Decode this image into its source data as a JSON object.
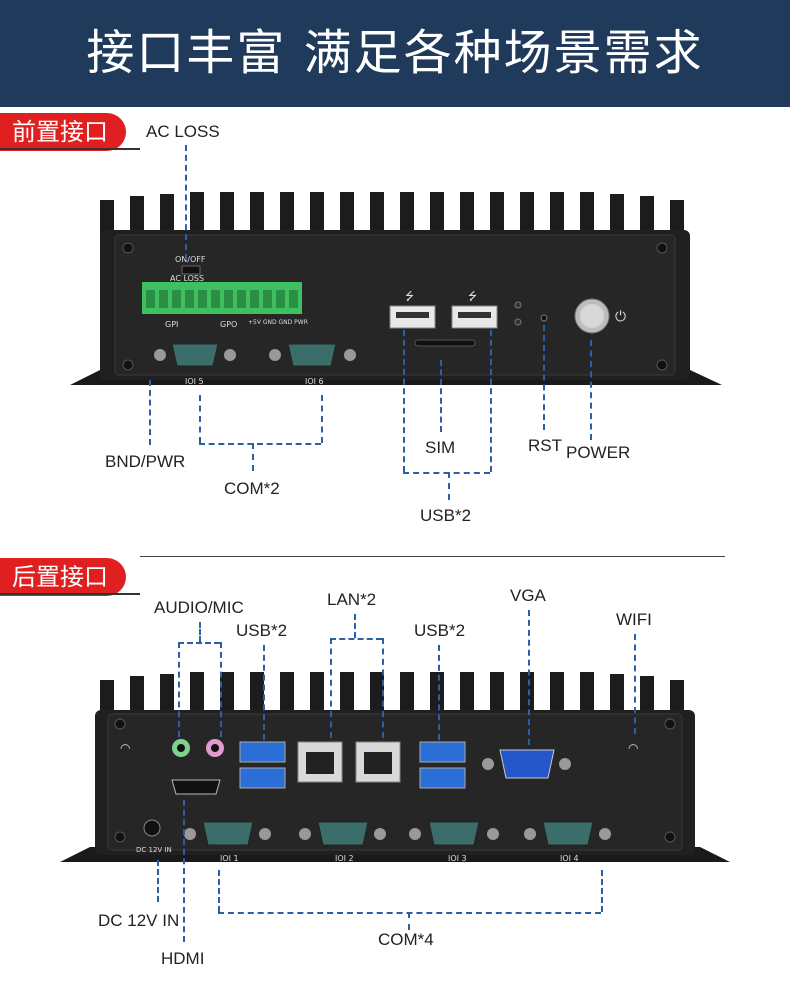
{
  "header": {
    "title": "接口丰富  满足各种场景需求",
    "bg": "#1f3a5a"
  },
  "front": {
    "tag": "前置接口",
    "labels": {
      "ac_loss": "AC LOSS",
      "bnd_pwr": "BND/PWR",
      "com": "COM*2",
      "sim": "SIM",
      "rst": "RST",
      "power": "POWER",
      "usb": "USB*2"
    },
    "panel": {
      "on_off": "ON/OFF",
      "ac_loss": "AC LOSS",
      "gpi": "GPI",
      "gpo": "GPO",
      "pins": "+5V  GND  GND  PWR",
      "com5": "IOI 5",
      "com6": "IOI 6"
    }
  },
  "rear": {
    "tag": "后置接口",
    "labels": {
      "audio_mic": "AUDIO/MIC",
      "usb_left": "USB*2",
      "lan": "LAN*2",
      "usb_right": "USB*2",
      "vga": "VGA",
      "wifi": "WIFI",
      "dc_in": "DC 12V IN",
      "hdmi": "HDMI",
      "com": "COM*4"
    },
    "panel": {
      "dc": "DC 12V IN",
      "com1": "IOI 1",
      "com2": "IOI 2",
      "com3": "IOI 3",
      "com4": "IOI 4"
    }
  },
  "colors": {
    "accent_red": "#e02020",
    "dash_blue": "#2d5fa8",
    "terminal_green": "#3fbf5f"
  }
}
